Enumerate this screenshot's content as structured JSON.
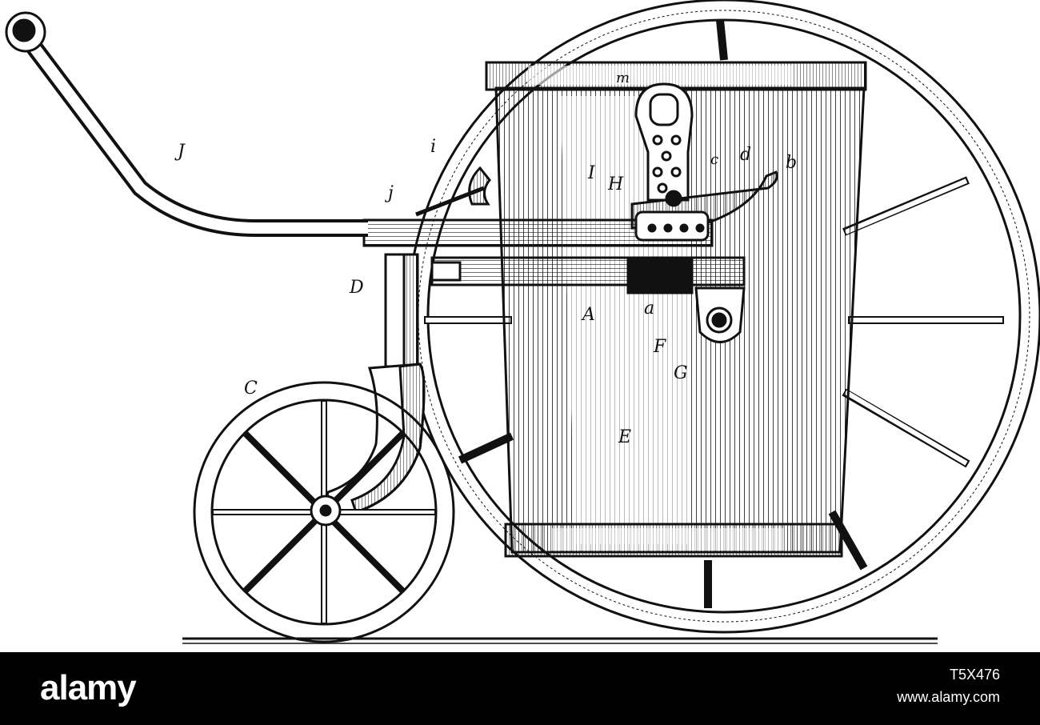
{
  "illustration": {
    "labels": {
      "J": "J",
      "i": "i",
      "j": "j",
      "I": "I",
      "m": "m",
      "H": "H",
      "c": "c",
      "d": "d",
      "b": "b",
      "D": "D",
      "A": "A",
      "a": "a",
      "F": "F",
      "G": "G",
      "C": "C",
      "E": "E"
    }
  },
  "footer": {
    "logo_text": "alamy",
    "image_id": "T5X476",
    "site": "www.alamy.com"
  },
  "colors": {
    "ink": "#111111",
    "paper": "#ffffff",
    "footer_bg": "#000000",
    "footer_text": "#ffffff"
  }
}
